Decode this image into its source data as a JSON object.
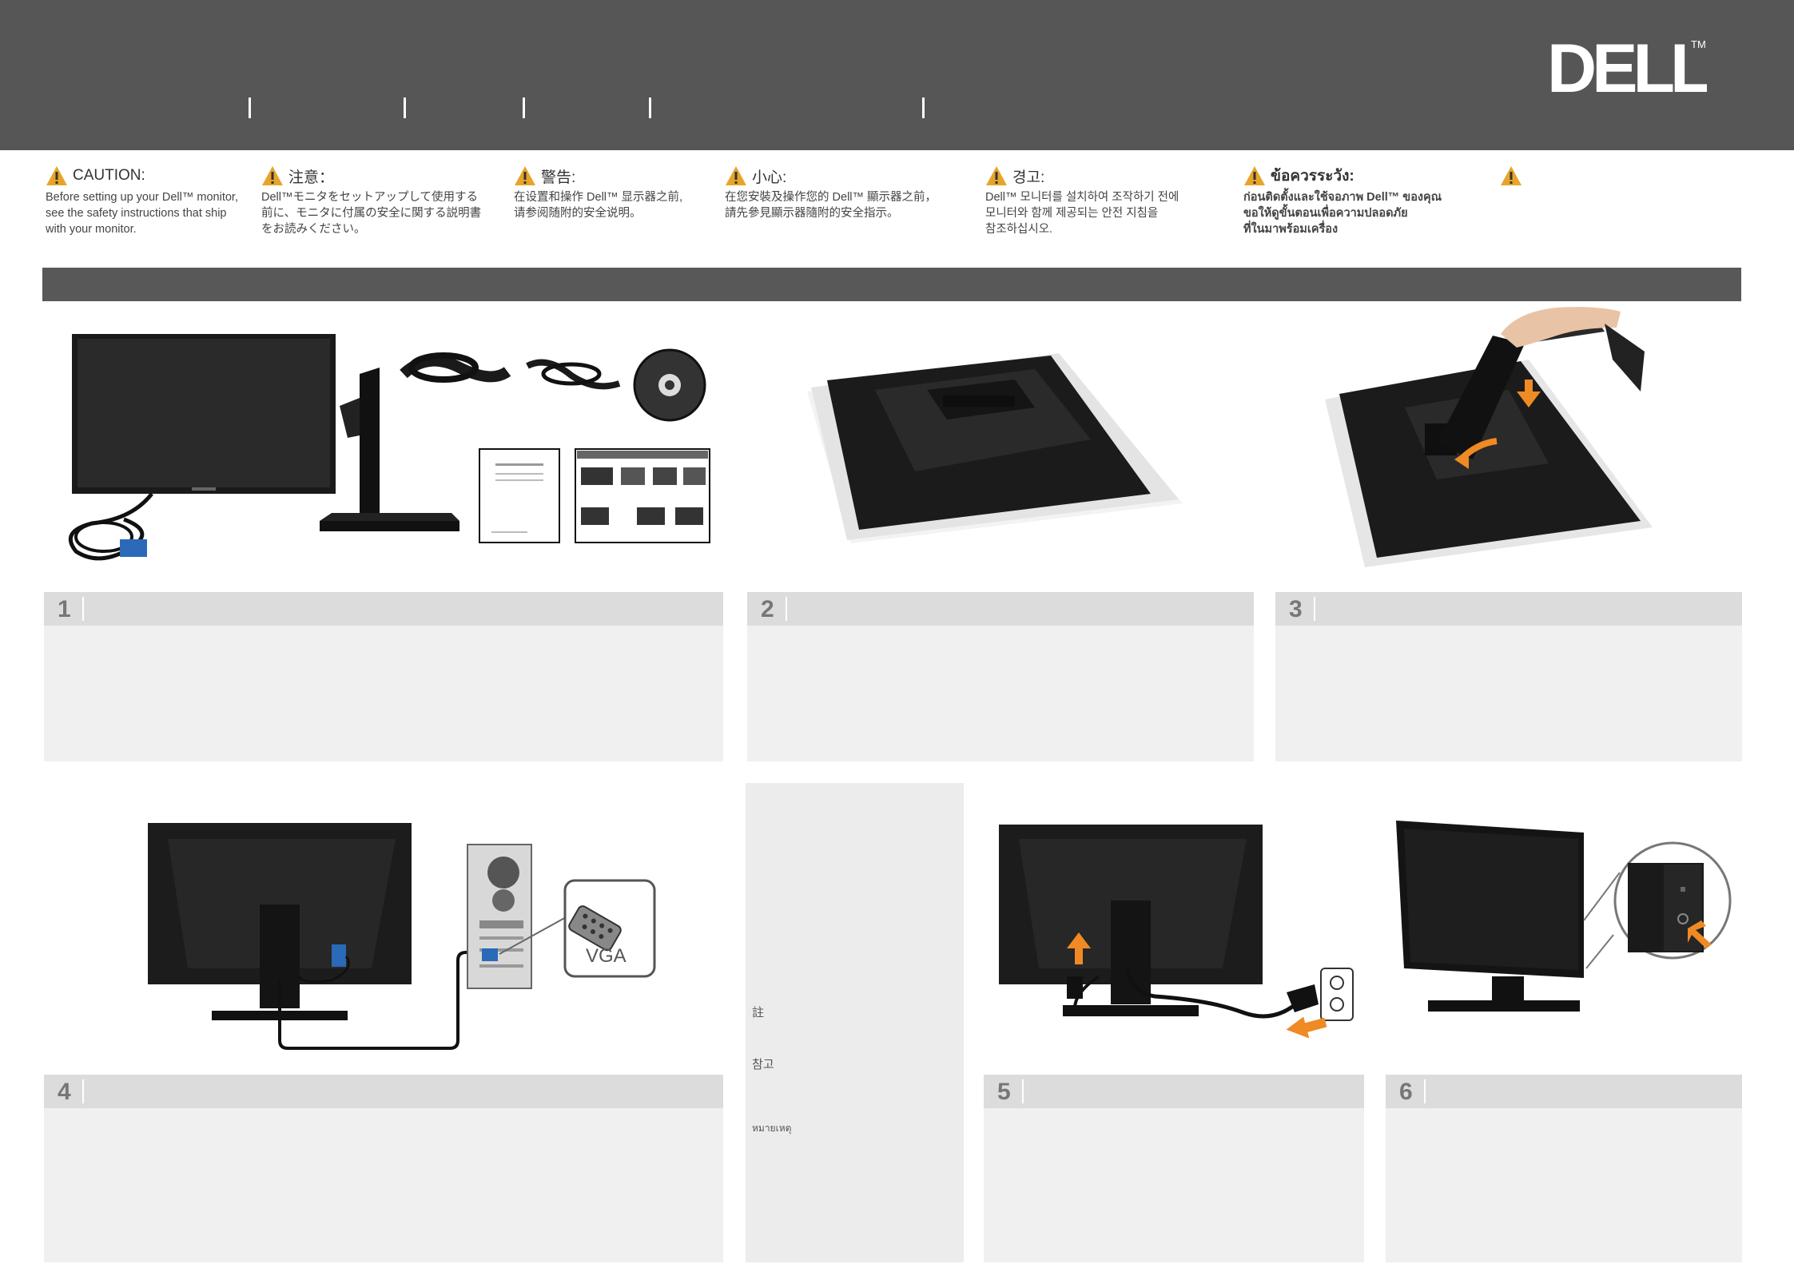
{
  "brand": {
    "logo_text": "DELL",
    "tm": "TM"
  },
  "cautions": [
    {
      "lang": "en",
      "title": "CAUTION:",
      "lines": [
        "Before setting up your Dell™ monitor,",
        "see the safety instructions that ship",
        "with your monitor."
      ]
    },
    {
      "lang": "ja",
      "title": "注意：",
      "lines": [
        "Dell™モニタをセットアップして使用する",
        "前に、モニタに付属の安全に関する説明書",
        "をお読みください。"
      ]
    },
    {
      "lang": "zh-cn",
      "title": "警告:",
      "lines": [
        "在设置和操作 Dell™ 显示器之前,",
        "请参阅随附的安全说明。"
      ]
    },
    {
      "lang": "zh-tw",
      "title": "小心:",
      "lines": [
        "在您安裝及操作您的 Dell™ 顯示器之前，",
        "請先參見顯示器隨附的安全指示。"
      ]
    },
    {
      "lang": "ko",
      "title": "경고:",
      "lines": [
        "Dell™ 모니터를 설치하여 조작하기 전에",
        "모니터와 함께 제공되는 안전 지침을",
        "참조하십시오."
      ]
    },
    {
      "lang": "th",
      "title": "ข้อควรระวัง:",
      "lines": [
        "ก่อนติดตั้งและใช้จอภาพ Dell™ ของคุณ",
        "ขอให้ดูขั้นตอนเพื่อความปลอดภัย",
        "ที่ในมาพร้อมเครื่อง"
      ]
    },
    {
      "lang": "extra",
      "title": "",
      "lines": []
    }
  ],
  "steps": [
    {
      "number": "1",
      "icon": "box-contents-illustration"
    },
    {
      "number": "2",
      "icon": "monitor-face-down-illustration"
    },
    {
      "number": "3",
      "icon": "attach-stand-illustration"
    },
    {
      "number": "4",
      "icon": "connect-vga-illustration",
      "connector_label": "VGA"
    },
    {
      "number": "5",
      "icon": "connect-power-illustration"
    },
    {
      "number": "6",
      "icon": "power-on-illustration"
    }
  ],
  "notes": {
    "label_zh": "註",
    "label_ko": "참고",
    "label_th": "หมายเหตุ"
  },
  "colors": {
    "header": "#575657",
    "section_bar": "#585858",
    "step_bar": "#dcdcdc",
    "text_area": "#f0f0f0",
    "accent_orange": "#f08a24",
    "vga_blue": "#2a6ab8"
  }
}
